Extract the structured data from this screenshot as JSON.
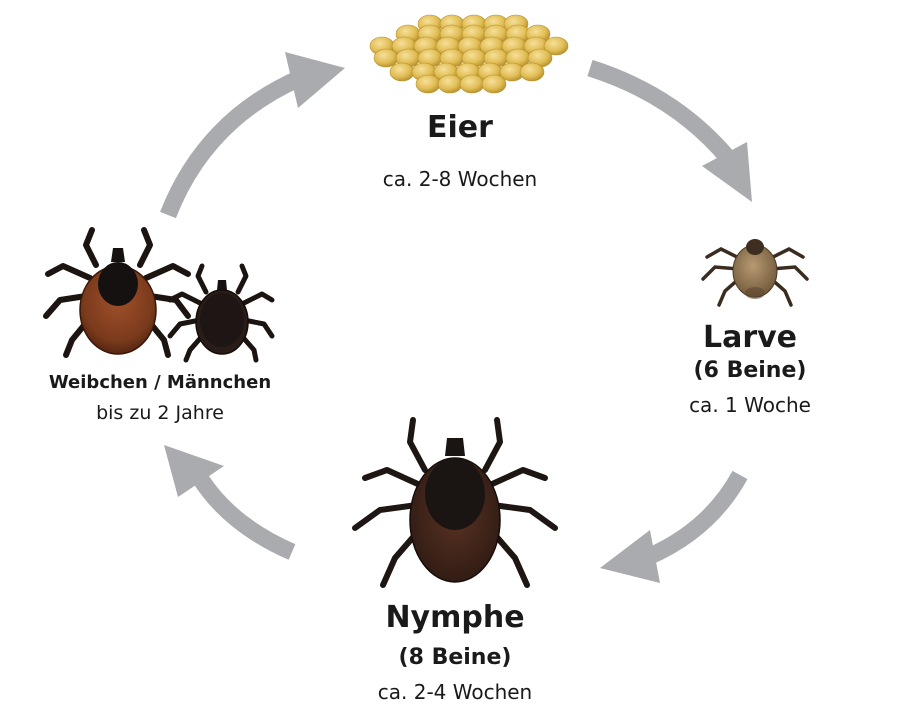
{
  "stages": {
    "eggs": {
      "title": "Eier",
      "duration": "ca. 2-8 Wochen"
    },
    "larva": {
      "title": "Larve",
      "legs": "(6 Beine)",
      "duration": "ca. 1 Woche"
    },
    "nymph": {
      "title": "Nymphe",
      "legs": "(8 Beine)",
      "duration": "ca. 2-4 Wochen"
    },
    "adult": {
      "title": "Weibchen / Männchen",
      "duration": "bis zu 2 Jahre"
    }
  },
  "colors": {
    "arrow": "#a9abae",
    "egg": "#e3c05a",
    "egg_shadow": "#b8932c",
    "tick_dark": "#1e1a18",
    "tick_brown": "#7a3a1c",
    "larva_body": "#8b7355"
  }
}
